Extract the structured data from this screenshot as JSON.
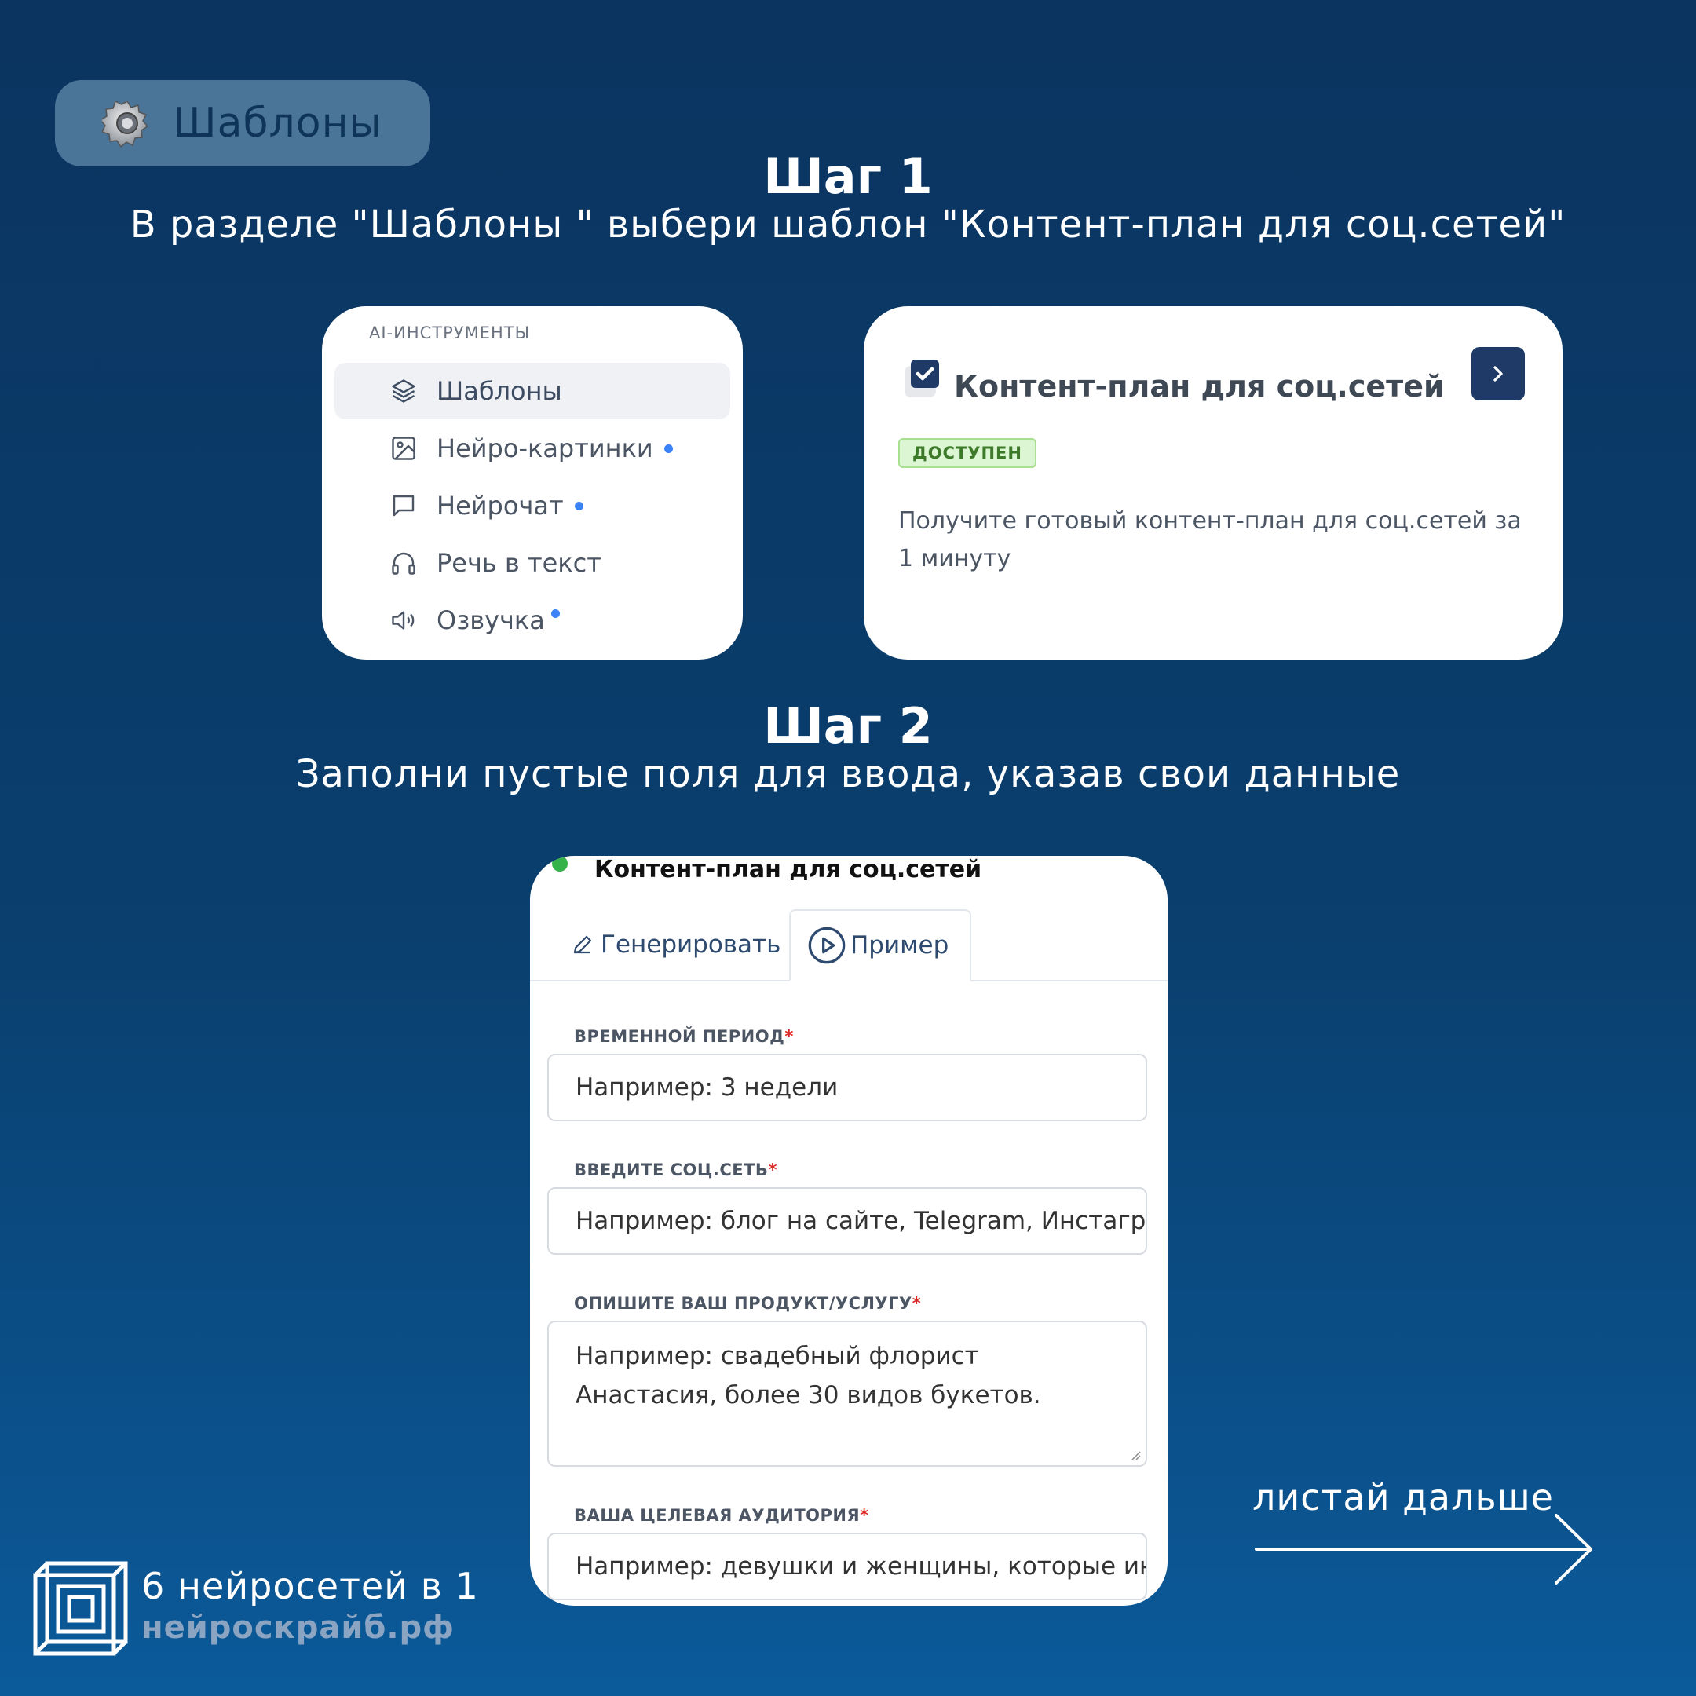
{
  "badge": {
    "label": "Шаблоны",
    "icon": "gear-icon"
  },
  "step1": {
    "title": "Шаг 1",
    "subtitle": "В разделе \"Шаблоны \" выбери шаблон \"Контент-план для соц.сетей\""
  },
  "sidebar": {
    "section_title": "AI-ИНСТРУМЕНТЫ",
    "items": [
      {
        "label": "Шаблоны",
        "icon": "layers-icon",
        "active": true,
        "dot": false
      },
      {
        "label": "Нейро-картинки",
        "icon": "image-icon",
        "active": false,
        "dot": true
      },
      {
        "label": "Нейрочат",
        "icon": "chat-icon",
        "active": false,
        "dot": true
      },
      {
        "label": "Речь в текст",
        "icon": "headphones-icon",
        "active": false,
        "dot": false
      },
      {
        "label": "Озвучка",
        "icon": "speaker-icon",
        "active": false,
        "dot": true
      }
    ]
  },
  "template_card": {
    "name": "Контент-план для соц.сетей",
    "status": "ДОСТУПЕН",
    "description": "Получите готовый контент-план для соц.сетей за 1 минуту"
  },
  "step2": {
    "title": "Шаг 2",
    "subtitle": "Заполни пустые поля для ввода, указав свои данные"
  },
  "form": {
    "title": "Контент-план для соц.сетей",
    "tabs": {
      "generate": "Генерировать",
      "example": "Пример"
    },
    "fields": [
      {
        "label": "ВРЕМЕННОЙ ПЕРИОД",
        "required": "*",
        "placeholder": "Например: 3 недели"
      },
      {
        "label": "ВВЕДИТЕ СОЦ.СЕТЬ",
        "required": "*",
        "placeholder": "Например: блог на сайте, Telegram, Инстаграм"
      },
      {
        "label": "ОПИШИТЕ ВАШ ПРОДУКТ/УСЛУГУ",
        "required": "*",
        "placeholder": "Например: свадебный флорист Анастасия, более 30 видов букетов."
      },
      {
        "label": "ВАША ЦЕЛЕВАЯ АУДИТОРИЯ",
        "required": "*",
        "placeholder": "Например: девушки и женщины, которые интересуются"
      }
    ]
  },
  "next_hint": "листай дальше",
  "brand": {
    "line1": "6 нейросетей в 1",
    "line2": "нейроскрайб.рф"
  },
  "colors": {
    "accent_dark": "#1f3a66",
    "status_green": "#dcf5d3",
    "dot_blue": "#3b82f6",
    "online_green": "#35b34a",
    "required_red": "#dc2626"
  }
}
